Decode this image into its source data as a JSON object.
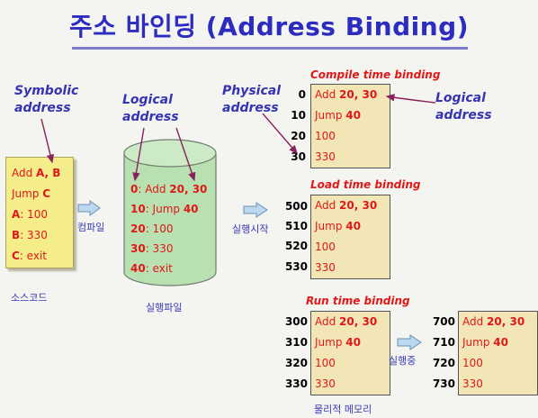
{
  "title": "주소 바인딩 (Address Binding)",
  "labels": {
    "symbolic_address": [
      "Symbolic",
      "address"
    ],
    "logical_address": [
      "Logical",
      "address"
    ],
    "physical_address": [
      "Physical",
      "address"
    ],
    "logical_address_right": [
      "Logical",
      "address"
    ],
    "source_code": "소스코드",
    "compile": "컴파일",
    "executable_file": "실행파일",
    "execute_start": "실행시작",
    "executing": "실행중",
    "physical_memory": "물리적 메모리"
  },
  "source": {
    "lines": [
      {
        "a": "Add ",
        "b": "A, B"
      },
      {
        "a": "Jump ",
        "b": "C"
      },
      {
        "a": "A",
        "b": ": 100"
      },
      {
        "a": "B",
        "b": ": 330"
      },
      {
        "a": "C",
        "b": ": exit"
      }
    ]
  },
  "executable": {
    "lines": [
      {
        "addr": "0",
        "text": ": Add ",
        "val": "20, 30"
      },
      {
        "addr": "10",
        "text": ": Jump ",
        "val": "40"
      },
      {
        "addr": "20",
        "text": ": 100",
        "val": ""
      },
      {
        "addr": "30",
        "text": ": 330",
        "val": ""
      },
      {
        "addr": "40",
        "text": ": exit",
        "val": ""
      }
    ]
  },
  "compile_time": {
    "title": "Compile time binding",
    "addresses": [
      "0",
      "10",
      "20",
      "30"
    ],
    "rows": [
      {
        "text": "Add ",
        "val": "20, 30"
      },
      {
        "text": "Jump ",
        "val": "40"
      },
      {
        "text": "100",
        "val": ""
      },
      {
        "text": "330",
        "val": ""
      }
    ]
  },
  "load_time": {
    "title": "Load time binding",
    "addresses": [
      "500",
      "510",
      "520",
      "530"
    ],
    "rows": [
      {
        "text": "Add ",
        "val": "20, 30"
      },
      {
        "text": "Jump ",
        "val": "40"
      },
      {
        "text": "100",
        "val": ""
      },
      {
        "text": "330",
        "val": ""
      }
    ]
  },
  "run_time": {
    "title": "Run time binding",
    "addresses": [
      "300",
      "310",
      "320",
      "330"
    ],
    "rows": [
      {
        "text": "Add ",
        "val": "20, 30"
      },
      {
        "text": "Jump ",
        "val": "40"
      },
      {
        "text": "100",
        "val": ""
      },
      {
        "text": "330",
        "val": ""
      }
    ]
  },
  "run_time_moved": {
    "addresses": [
      "700",
      "710",
      "720",
      "730"
    ],
    "rows": [
      {
        "text": "Add ",
        "val": "20, 30"
      },
      {
        "text": "Jump ",
        "val": "40"
      },
      {
        "text": "100",
        "val": ""
      },
      {
        "text": "330",
        "val": ""
      }
    ]
  }
}
